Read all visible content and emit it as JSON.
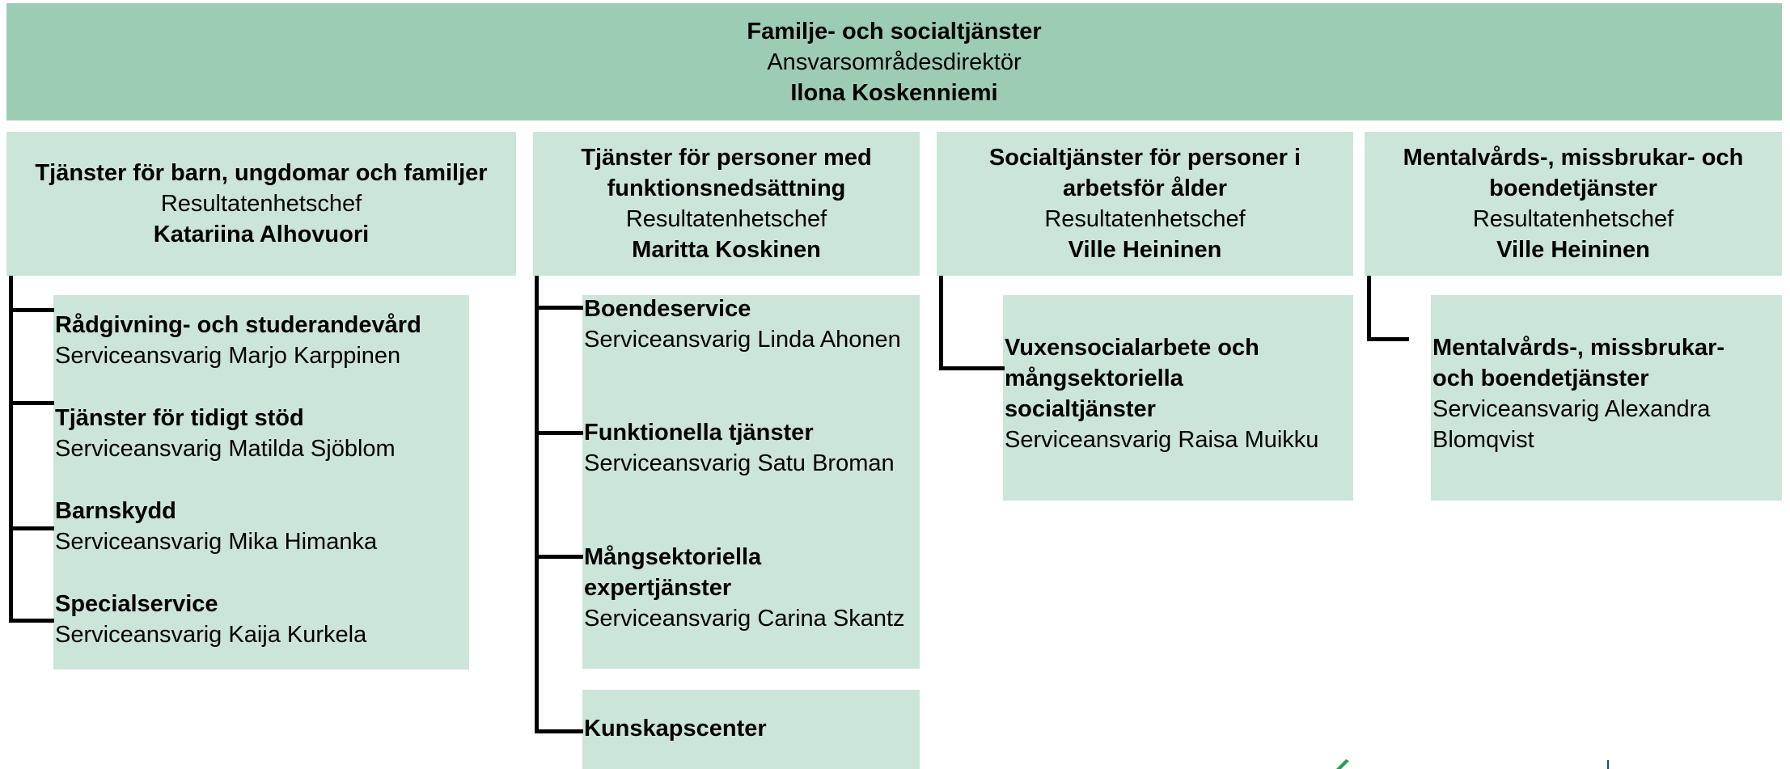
{
  "header": {
    "title": "Familje- och socialtjänster",
    "role": "Ansvarsområdesdirektör",
    "name": "Ilona Koskenniemi"
  },
  "columns": [
    {
      "title": "Tjänster för barn, ungdomar och familjer",
      "role": "Resultatenhetschef",
      "name": "Katariina Alhovuori",
      "services": [
        {
          "title": "Rådgivning- och studerandevård",
          "person": "Serviceansvarig Marjo Karppinen"
        },
        {
          "title": "Tjänster för tidigt stöd",
          "person": "Serviceansvarig Matilda Sjöblom"
        },
        {
          "title": "Barnskydd",
          "person": "Serviceansvarig Mika Himanka"
        },
        {
          "title": "Specialservice",
          "person": "Serviceansvarig Kaija Kurkela"
        }
      ]
    },
    {
      "title": "Tjänster för personer med funktionsnedsättning",
      "role": "Resultatenhetschef",
      "name": "Maritta Koskinen",
      "services": [
        {
          "title": "Boendeservice",
          "person": "Serviceansvarig Linda Ahonen"
        },
        {
          "title": "Funktionella tjänster",
          "person": "Serviceansvarig Satu Broman"
        },
        {
          "title": "Mångsektoriella expertjänster",
          "person": "Serviceansvarig Carina Skantz"
        },
        {
          "title": "Kunskapscenter"
        }
      ]
    },
    {
      "title": "Socialtjänster för personer i arbetsför ålder",
      "role": "Resultatenhetschef",
      "name": "Ville Heininen",
      "services": [
        {
          "title": "Vuxensocialarbete och mångsektoriella socialtjänster",
          "person": "Serviceansvarig Raisa Muikku"
        }
      ]
    },
    {
      "title": "Mentalvårds-, missbrukar- och boendetjänster",
      "role": "Resultatenhetschef",
      "name": "Ville Heininen",
      "services": [
        {
          "title": "Mentalvårds-, missbrukar- och boendetjänster",
          "person": "Serviceansvarig Alexandra Blomqvist"
        }
      ]
    }
  ],
  "colors": {
    "header_fill": "#9dccb4",
    "box_fill": "#cce5d9",
    "connector": "#000000"
  }
}
